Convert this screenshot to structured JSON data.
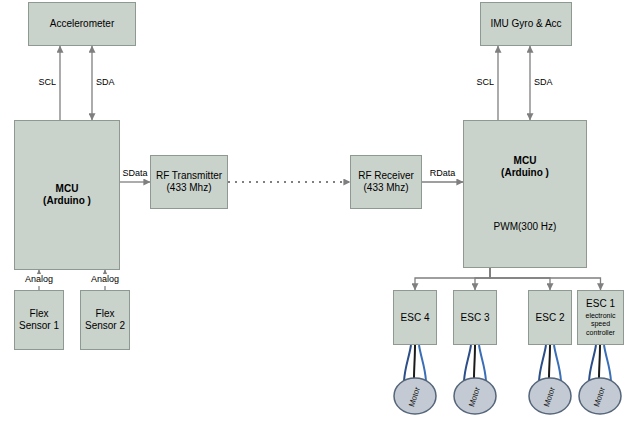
{
  "diagram": {
    "nodes": [
      {
        "text": [
          "Accelerometer"
        ]
      },
      {
        "text": [
          "MCU (Arduino )"
        ]
      },
      {
        "text": [
          "RF Transmitter (433 Mhz)"
        ]
      },
      {
        "text": [
          "RF Receiver (433 Mhz)"
        ]
      },
      {
        "text": [
          "IMU Gyro & Acc"
        ]
      },
      {
        "text": [
          "MCU (Arduino )",
          "PWM(300 Hz)"
        ]
      },
      {
        "text": [
          "Flex Sensor 1"
        ]
      },
      {
        "text": [
          "Flex Sensor 2"
        ]
      },
      {
        "text": [
          "ESC 4"
        ]
      },
      {
        "text": [
          "ESC 3"
        ]
      },
      {
        "text": [
          "ESC 2"
        ]
      },
      {
        "text": [
          "ESC 1",
          "electronic speed controller"
        ]
      }
    ],
    "edges": [
      {
        "from": 1,
        "to": 0,
        "arrow": "to",
        "label": "SCL"
      },
      {
        "from": 0,
        "to": 1,
        "arrow": "both",
        "label": "SDA"
      },
      {
        "from": 1,
        "to": 2,
        "arrow": "to",
        "label": "SData"
      },
      {
        "from": 2,
        "to": 3,
        "arrow": "to"
      },
      {
        "from": 3,
        "to": 5,
        "arrow": "to",
        "label": "RData"
      },
      {
        "from": 5,
        "to": 4,
        "arrow": "to",
        "label": "SCL"
      },
      {
        "from": 4,
        "to": 5,
        "arrow": "both",
        "label": "SDA"
      },
      {
        "from": 6,
        "to": 1,
        "arrow": "to",
        "label": "Analog"
      },
      {
        "from": 7,
        "to": 1,
        "arrow": "to",
        "label": "Analog"
      },
      {
        "from": 5,
        "to": 8,
        "arrow": "to"
      },
      {
        "from": 5,
        "to": 9,
        "arrow": "to"
      },
      {
        "from": 5,
        "to": 10,
        "arrow": "to"
      },
      {
        "from": 5,
        "to": 11,
        "arrow": "to"
      }
    ],
    "labels": [
      "Motor",
      "Motor",
      "Motor",
      "Motor"
    ]
  }
}
